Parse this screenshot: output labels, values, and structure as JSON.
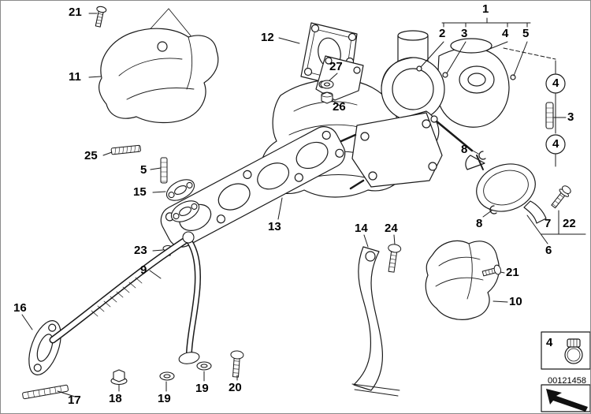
{
  "page": {
    "background": "#ffffff",
    "line_color": "#1a1a1a"
  },
  "image_id": "00121458",
  "labels": {
    "l21a": "21",
    "l1": "1",
    "l2": "2",
    "l3a": "3",
    "l4a": "4",
    "l5a": "5",
    "l12": "12",
    "l11": "11",
    "l27": "27",
    "l26": "26",
    "c4a": "4",
    "l3b": "3",
    "c4b": "4",
    "l8a": "8",
    "l25": "25",
    "l5b": "5",
    "l15": "15",
    "l13": "13",
    "l14": "14",
    "l24": "24",
    "l23": "23",
    "l9": "9",
    "l8b": "8",
    "l7": "7",
    "l22": "22",
    "l6": "6",
    "l21b": "21",
    "l10": "10",
    "l16": "16",
    "l17": "17",
    "l18": "18",
    "l19a": "19",
    "l19b": "19",
    "l20": "20",
    "box4": "4"
  }
}
